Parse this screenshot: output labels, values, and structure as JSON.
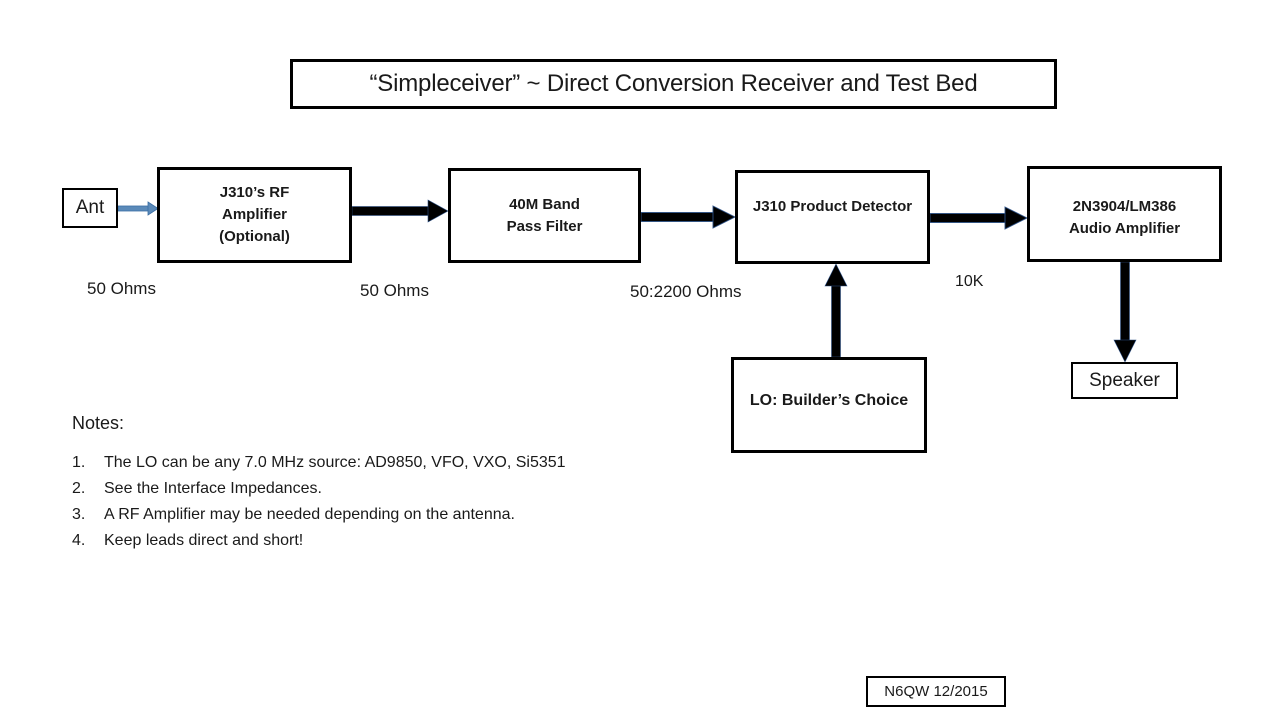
{
  "title": "“Simpleceiver” ~ Direct Conversion Receiver and Test Bed",
  "blocks": {
    "ant": {
      "label": "Ant"
    },
    "rf_amp": {
      "line1": "J310’s RF",
      "line2": "Amplifier",
      "line3": "(Optional)"
    },
    "bpf": {
      "line1": "40M Band",
      "line2": "Pass Filter"
    },
    "detector": {
      "label": "J310 Product Detector"
    },
    "audio_amp": {
      "line1": "2N3904/LM386",
      "line2": "Audio Amplifier"
    },
    "lo": {
      "label": "LO: Builder’s Choice"
    },
    "speaker": {
      "label": "Speaker"
    }
  },
  "impedance_labels": {
    "ant_output": "50 Ohms",
    "rf_amp_output": "50 Ohms",
    "bpf_output": "50:2200 Ohms",
    "detector_output": "10K"
  },
  "notes": {
    "heading": "Notes:",
    "items": [
      {
        "n": "1.",
        "text": "The LO can be any 7.0 MHz source: AD9850, VFO, VXO, Si5351"
      },
      {
        "n": "2.",
        "text": "See the Interface Impedances."
      },
      {
        "n": "3.",
        "text": "A RF Amplifier may be needed depending on the antenna."
      },
      {
        "n": "4.",
        "text": "Keep leads direct and short!"
      }
    ]
  },
  "credit": "N6QW 12/2015",
  "colors": {
    "background": "#ffffff",
    "box_border": "#000000",
    "arrow_black": "#000000",
    "arrow_black_outline": "#2d5186",
    "arrow_blue": "#5b8ab9",
    "arrow_blue_outline": "#3a6ea5"
  }
}
